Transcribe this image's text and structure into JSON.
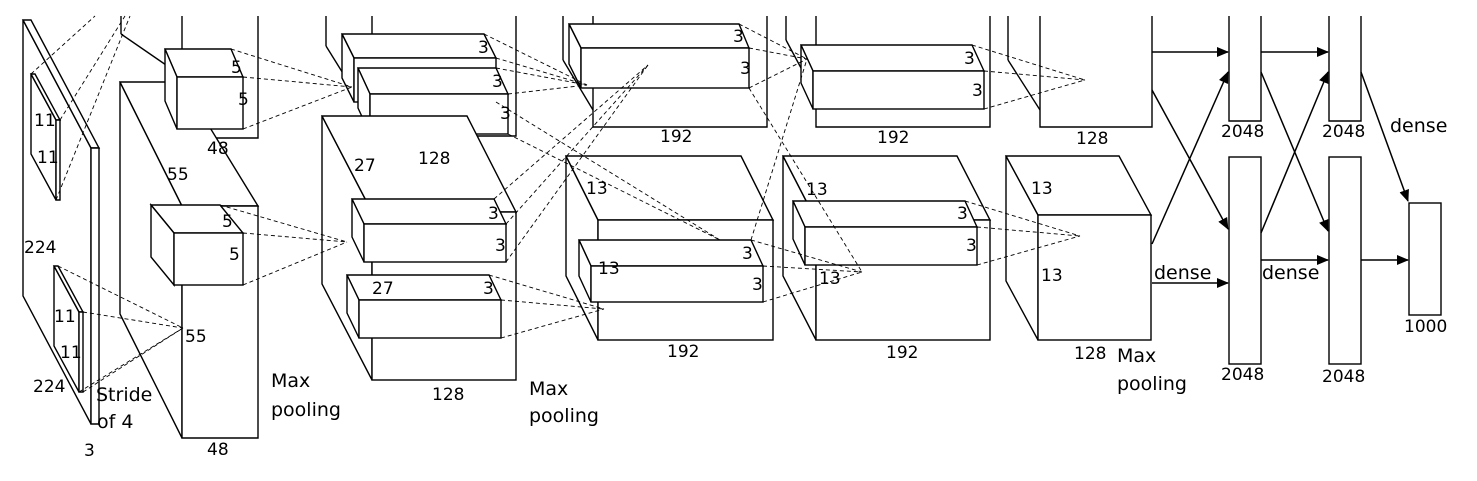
{
  "input": {
    "size_h": "224",
    "size_w": "224",
    "depth": "3",
    "kernel_a": "11",
    "kernel_b": "11",
    "kernel_c": "11",
    "kernel_d": "11",
    "stride_line1": "Stride",
    "stride_line2": "of 4"
  },
  "conv1": {
    "kernel_top_a": "5",
    "kernel_top_b": "5",
    "kernel_bot_a": "5",
    "kernel_bot_b": "5",
    "size_top": "55",
    "size_bot": "55",
    "depth_top": "48",
    "depth_bot": "48",
    "pool_line1": "Max",
    "pool_line2": "pooling"
  },
  "conv2": {
    "kernels": [
      "3",
      "3",
      "3",
      "3",
      "3",
      "3"
    ],
    "size_top": "27",
    "size_bot": "27",
    "depth_top": "128",
    "depth_bot": "128",
    "pool_line1": "Max",
    "pool_line2": "pooling"
  },
  "conv3": {
    "kernels": [
      "3",
      "3",
      "3",
      "3"
    ],
    "size_a": "13",
    "size_b": "13",
    "depth_top": "192",
    "depth_bot": "192"
  },
  "conv4": {
    "kernels": [
      "3",
      "3",
      "3",
      "3"
    ],
    "size_a": "13",
    "size_b": "13",
    "depth_top": "192",
    "depth_bot": "192"
  },
  "conv5": {
    "size_a": "13",
    "size_b": "13",
    "depth_top": "128",
    "depth_bot": "128",
    "pool_line1": "Max",
    "pool_line2": "pooling"
  },
  "fc": {
    "fc6_top": "2048",
    "fc6_bot": "2048",
    "fc7_top": "2048",
    "fc7_bot": "2048",
    "output": "1000",
    "dense_a": "dense",
    "dense_b": "dense",
    "dense_c": "dense"
  }
}
